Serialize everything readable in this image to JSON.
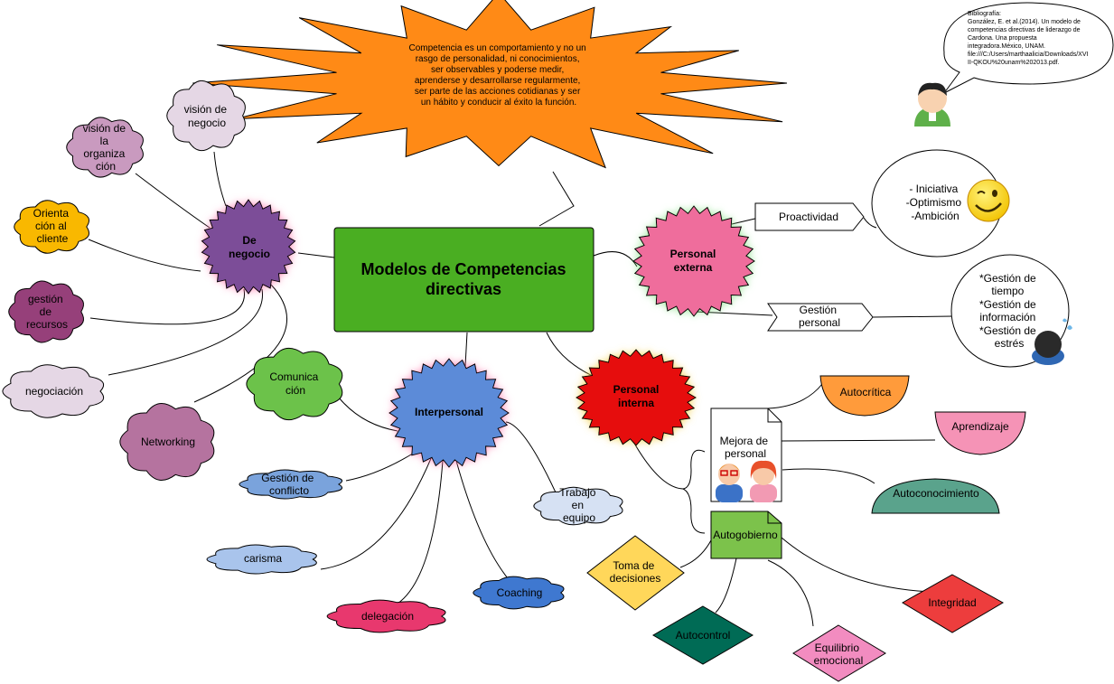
{
  "central": {
    "line1": "Modelos de Competencias",
    "line2": "directivas"
  },
  "definition": {
    "lines": [
      "Competencia es un comportamiento y no un",
      "rasgo de personalidad, ni conocimientos,",
      "ser observables y poderse medir,",
      "aprenderse y desarrollarse regularmente,",
      "ser parte de las acciones cotidianas y ser",
      "un hábito y conducir al éxito la función."
    ]
  },
  "bibliography": {
    "lines": [
      "Bibliografía:",
      "González, E. et al.(2014). Un modelo de",
      "competencias directivas de liderazgo de",
      "Cardona. Una propuesta",
      "integradora.México, UNAM.",
      "file:///C:/Users/marthaalicia/Downloads/XVI",
      "II-QKOU%20unam%202013.pdf."
    ]
  },
  "negocio": {
    "hub": [
      "De",
      "negocio"
    ],
    "vision_negocio": [
      "visión de",
      "negocio"
    ],
    "vision_organizacion": [
      "visión de",
      "la",
      "organiza",
      "ción"
    ],
    "orientacion": [
      "Orienta",
      "ción al",
      "cliente"
    ],
    "gestion_recursos": [
      "gestión",
      "de",
      "recursos"
    ],
    "negociacion": [
      "negociación"
    ],
    "networking": [
      "Networking"
    ]
  },
  "interpersonal": {
    "hub": [
      "Interpersonal"
    ],
    "comunicacion": [
      "Comunica",
      "ción"
    ],
    "gestion_conflicto": [
      "Gestión de",
      "conflicto"
    ],
    "carisma": [
      "carisma"
    ],
    "delegacion": [
      "delegación"
    ],
    "coaching": [
      "Coaching"
    ],
    "trabajo_equipo": [
      "Trabajo",
      "en",
      "equipo"
    ]
  },
  "externa": {
    "hub": [
      "Personal",
      "externa"
    ],
    "proactividad": [
      "Proactividad"
    ],
    "gestion_personal": [
      "Gestión",
      "personal"
    ],
    "circle1": [
      "- Iniciativa",
      "-Optimismo",
      "-Ambición"
    ],
    "circle2": [
      "*Gestión de",
      "tiempo",
      "*Gestión de",
      "información",
      "*Gestión de",
      "estrés"
    ]
  },
  "interna": {
    "hub": [
      "Personal",
      "interna"
    ],
    "mejora": [
      "Mejora de",
      "personal"
    ],
    "autogobierno": [
      "Autogobierno"
    ],
    "autocritica": [
      "Autocrítica"
    ],
    "aprendizaje": [
      "Aprendizaje"
    ],
    "autoconocimiento": [
      "Autoconocimiento"
    ],
    "toma_decisiones": [
      "Toma de",
      "decisiones"
    ],
    "autocontrol": [
      "Autocontrol"
    ],
    "equilibrio": [
      "Equilibrio",
      "emocional"
    ],
    "integridad": [
      "Integridad"
    ]
  },
  "colors": {
    "central": "#4aae22",
    "definition": "#ff8a16",
    "negocio": "#7c4e98",
    "interpersonal": "#5b8bd8",
    "externa": "#ef6d9c",
    "interna": "#e60e0e",
    "autocritica": "#ff9b3b",
    "aprendizaje": "#f593b6",
    "autoconocimiento": "#5aa38c",
    "toma": "#ffd75a",
    "autocontrol": "#006b55",
    "equilibrio": "#f28cc0",
    "integridad": "#ed3d3d",
    "autogobierno": "#7cc24b"
  },
  "icons": [
    "person-reader-icon",
    "smiley-wink-icon",
    "stressed-person-icon",
    "people-pair-icon"
  ]
}
